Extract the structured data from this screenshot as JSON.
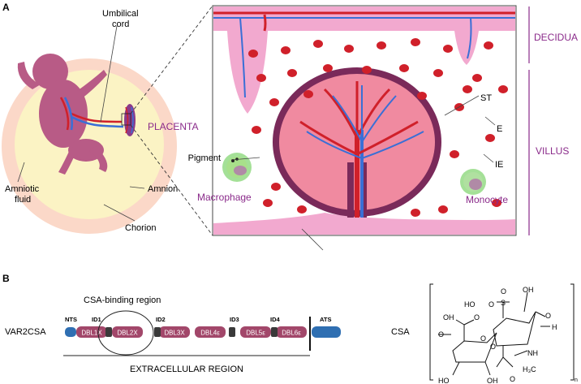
{
  "panels": {
    "a": "A",
    "b": "B"
  },
  "fetus_labels": {
    "umbilical_cord": [
      "Umbilical",
      "cord"
    ],
    "placenta": "PLACENTA",
    "amnion": "Amnion",
    "amniotic_fluid": [
      "Amniotic",
      "fluid"
    ],
    "chorion": "Chorion"
  },
  "zoom_labels": {
    "decidua": "DECIDUA",
    "villus": "VILLUS",
    "st": "ST",
    "e": "E",
    "ie": "IE",
    "pigment": "Pigment",
    "macrophage": "Macrophage",
    "monocyte": "Monocyte"
  },
  "var2csa": {
    "protein_label": "VAR2CSA",
    "csa_binding_region": "CSA-binding region",
    "extracellular_region": "EXTRACELLULAR REGION",
    "nts": "NTS",
    "ats": "ATS",
    "id_labels": [
      "ID1",
      "ID2",
      "ID3",
      "ID4"
    ],
    "domains": [
      "DBL1X",
      "DBL2X",
      "DBL3X",
      "DBL4ε",
      "DBL5ε",
      "DBL6ε"
    ]
  },
  "csa": {
    "label": "CSA",
    "atoms": {
      "ho_s": "HO",
      "s": "S",
      "o_top": "O",
      "o_bottom": "O",
      "oh_top": "OH",
      "o_ring": "O",
      "h": "H",
      "oh_acid": "OH",
      "o_acid": "O",
      "o_left_ring": "O",
      "ho_left": "HO",
      "oh_bottom": "OH",
      "h3c": "H₃C",
      "nh": "NH",
      "o_amide": "O",
      "o_link1": "O",
      "o_link2": "O",
      "n_sub": "n"
    }
  },
  "colors": {
    "purple_label": "#8a2a8a",
    "decidua_pink": "#f2a9cf",
    "villus_maroon": "#7a2a5a",
    "blood_red": "#d0202a",
    "vessel_blue": "#3a6fd6",
    "amnion_yellow": "#fbf3c4",
    "chorion_peach": "#fbd8c8",
    "domain_maroon": "#a2476a",
    "id_dark": "#3a3a3a",
    "terminal_blue": "#2f6fb2"
  }
}
